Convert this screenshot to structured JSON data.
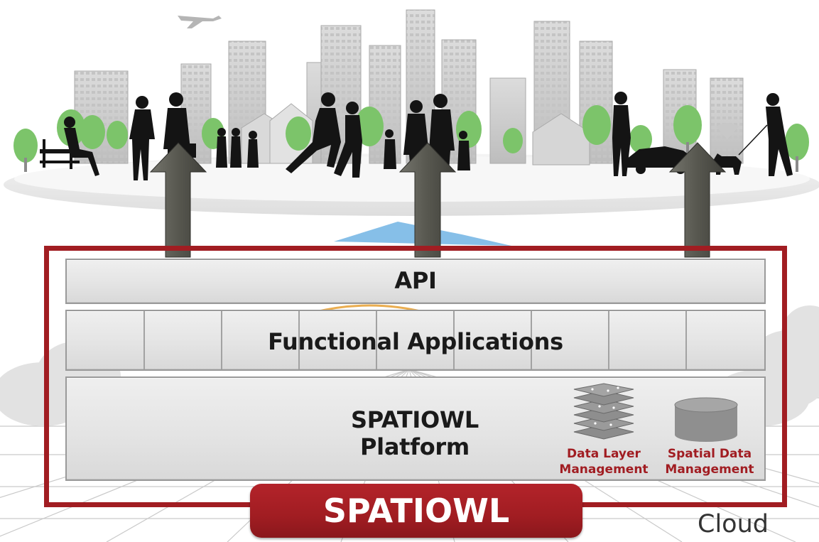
{
  "diagram": {
    "layers": {
      "api": "API",
      "functional": "Functional Applications",
      "platform": "SPATIOWL Platform"
    },
    "components": {
      "data_layer": [
        "Data Layer",
        "Management"
      ],
      "spatial_data": [
        "Spatial Data",
        "Management"
      ]
    },
    "badge": "SPATIOWL",
    "cloud": "Cloud"
  },
  "colors": {
    "brand_red": "#a11d22",
    "layer_gray": "#e6e6e6",
    "arrow_gray": "#5a5a52",
    "tree_green": "#7cc46a",
    "building_gray": "#d4d4d4"
  },
  "icons": {
    "arrows": "up-arrow-icon",
    "stack": "data-layers-icon",
    "db": "database-icon"
  }
}
